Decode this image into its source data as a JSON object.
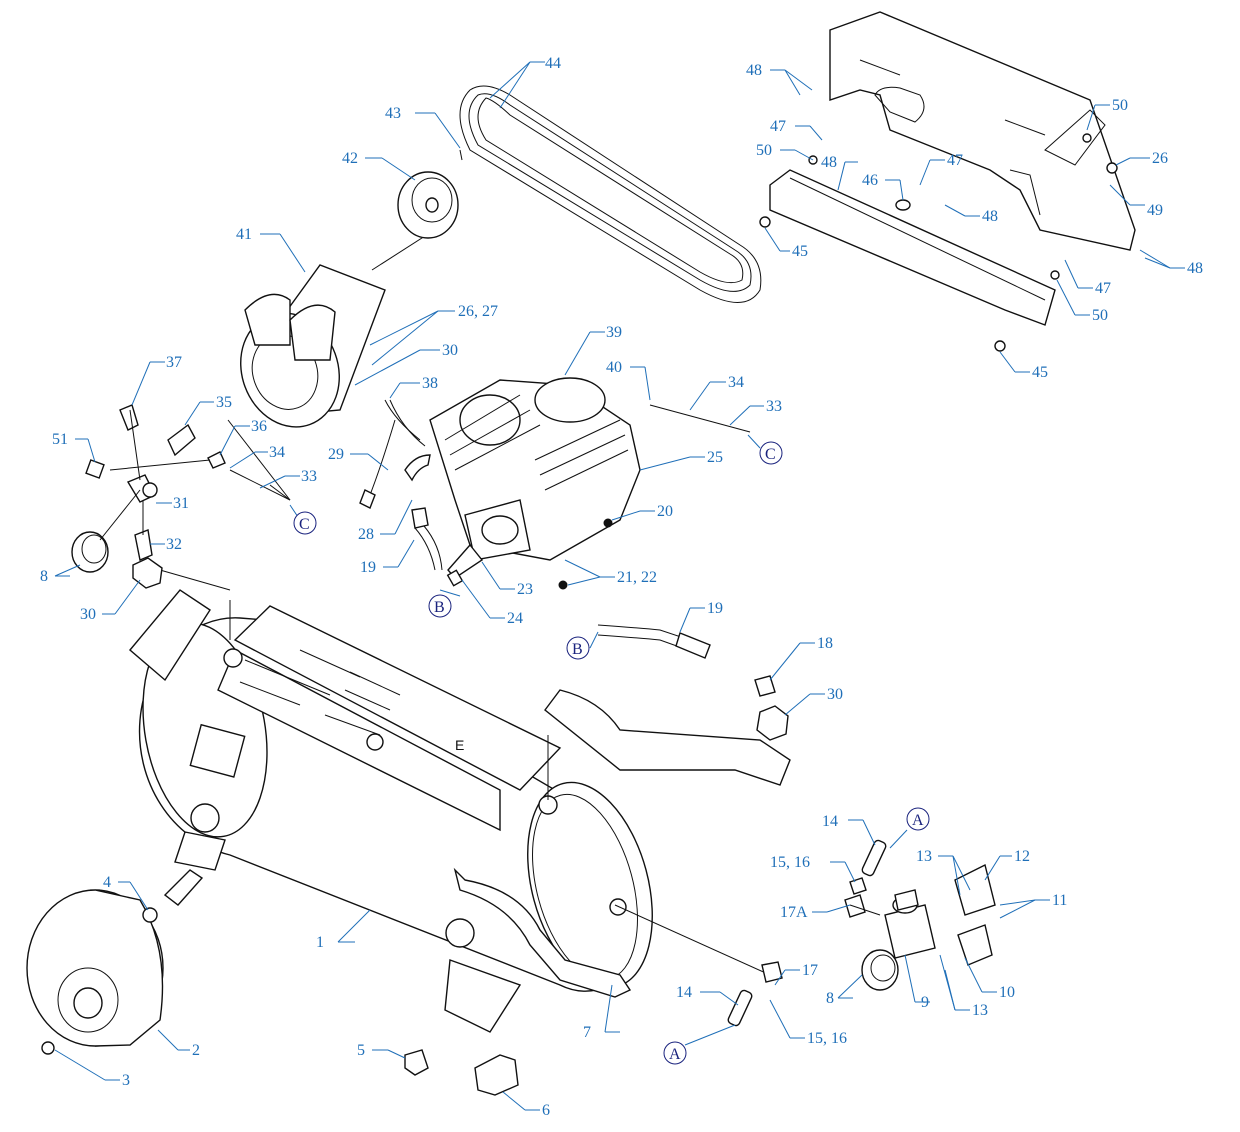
{
  "diagram": {
    "callouts": [
      {
        "id": "c44",
        "text": "44"
      },
      {
        "id": "c43",
        "text": "43"
      },
      {
        "id": "c42",
        "text": "42"
      },
      {
        "id": "c41",
        "text": "41"
      },
      {
        "id": "c26_27",
        "text": "26, 27"
      },
      {
        "id": "c30a",
        "text": "30"
      },
      {
        "id": "c37",
        "text": "37"
      },
      {
        "id": "c35",
        "text": "35"
      },
      {
        "id": "c36",
        "text": "36"
      },
      {
        "id": "c34a",
        "text": "34"
      },
      {
        "id": "c33a",
        "text": "33"
      },
      {
        "id": "c51",
        "text": "51"
      },
      {
        "id": "c31",
        "text": "31"
      },
      {
        "id": "c32",
        "text": "32"
      },
      {
        "id": "c8a",
        "text": "8"
      },
      {
        "id": "c30b",
        "text": "30"
      },
      {
        "id": "c38",
        "text": "38"
      },
      {
        "id": "c29",
        "text": "29"
      },
      {
        "id": "c28",
        "text": "28"
      },
      {
        "id": "c19a",
        "text": "19"
      },
      {
        "id": "c39",
        "text": "39"
      },
      {
        "id": "c40",
        "text": "40"
      },
      {
        "id": "c34b",
        "text": "34"
      },
      {
        "id": "c33b",
        "text": "33"
      },
      {
        "id": "c25",
        "text": "25"
      },
      {
        "id": "c20",
        "text": "20"
      },
      {
        "id": "c21_22",
        "text": "21, 22"
      },
      {
        "id": "c23",
        "text": "23"
      },
      {
        "id": "c24",
        "text": "24"
      },
      {
        "id": "c48a",
        "text": "48"
      },
      {
        "id": "c47a",
        "text": "47"
      },
      {
        "id": "c50a",
        "text": "50"
      },
      {
        "id": "c48b",
        "text": "48"
      },
      {
        "id": "c46",
        "text": "46"
      },
      {
        "id": "c47b",
        "text": "47"
      },
      {
        "id": "c50b",
        "text": "50"
      },
      {
        "id": "c26",
        "text": "26"
      },
      {
        "id": "c49",
        "text": "49"
      },
      {
        "id": "c48c",
        "text": "48"
      },
      {
        "id": "c45a",
        "text": "45"
      },
      {
        "id": "c48d",
        "text": "48"
      },
      {
        "id": "c47c",
        "text": "47"
      },
      {
        "id": "c50c",
        "text": "50"
      },
      {
        "id": "c45b",
        "text": "45"
      },
      {
        "id": "c19b",
        "text": "19"
      },
      {
        "id": "c18",
        "text": "18"
      },
      {
        "id": "c30c",
        "text": "30"
      },
      {
        "id": "c14a",
        "text": "14"
      },
      {
        "id": "c15_16a",
        "text": "15, 16"
      },
      {
        "id": "c17A",
        "text": "17A"
      },
      {
        "id": "c13a",
        "text": "13"
      },
      {
        "id": "c12",
        "text": "12"
      },
      {
        "id": "c11",
        "text": "11"
      },
      {
        "id": "c8b",
        "text": "8"
      },
      {
        "id": "c9",
        "text": "9"
      },
      {
        "id": "c10",
        "text": "10"
      },
      {
        "id": "c13b",
        "text": "13"
      },
      {
        "id": "c17",
        "text": "17"
      },
      {
        "id": "c14b",
        "text": "14"
      },
      {
        "id": "c15_16b",
        "text": "15, 16"
      },
      {
        "id": "c7",
        "text": "7"
      },
      {
        "id": "c4",
        "text": "4"
      },
      {
        "id": "c1",
        "text": "1"
      },
      {
        "id": "c2",
        "text": "2"
      },
      {
        "id": "c3",
        "text": "3"
      },
      {
        "id": "c5",
        "text": "5"
      },
      {
        "id": "c6",
        "text": "6"
      }
    ],
    "refs": [
      {
        "id": "rC1",
        "text": "C"
      },
      {
        "id": "rC2",
        "text": "C"
      },
      {
        "id": "rB1",
        "text": "B"
      },
      {
        "id": "rB2",
        "text": "B"
      },
      {
        "id": "rA1",
        "text": "A"
      },
      {
        "id": "rA2",
        "text": "A"
      }
    ],
    "colors": {
      "callout": "#1f6fb8",
      "ref": "#1a237e",
      "line": "#111111",
      "background": "#ffffff"
    }
  }
}
